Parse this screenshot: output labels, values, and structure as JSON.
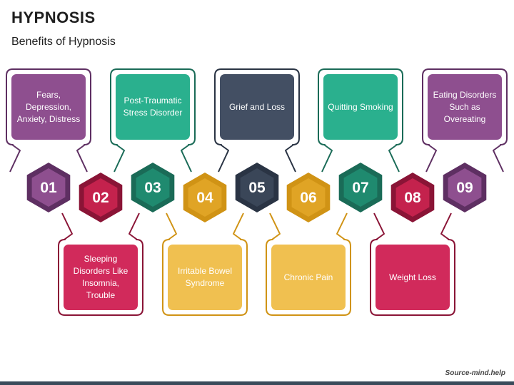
{
  "header": {
    "title": "HYPNOSIS",
    "subtitle": "Benefits of Hypnosis"
  },
  "steps": [
    {
      "number": "01",
      "label": "Fears, Depression, Anxiety, Distress",
      "position": "top",
      "color": "#8e4f8f"
    },
    {
      "number": "02",
      "label": "Sleeping Disorders Like Insomnia, Trouble",
      "position": "bottom",
      "color": "#c4224d"
    },
    {
      "number": "03",
      "label": "Post-Traumatic Stress Disorder",
      "position": "top",
      "color": "#1f8a6f"
    },
    {
      "number": "04",
      "label": "Irritable Bowel Syndrome",
      "position": "bottom",
      "color": "#e0a425"
    },
    {
      "number": "05",
      "label": "Grief and Loss",
      "position": "top",
      "color": "#3a4658"
    },
    {
      "number": "06",
      "label": "Chronic Pain",
      "position": "bottom",
      "color": "#e0a425"
    },
    {
      "number": "07",
      "label": "Quitting Smoking",
      "position": "top",
      "color": "#1f8a6f"
    },
    {
      "number": "08",
      "label": "Weight Loss",
      "position": "bottom",
      "color": "#c4224d"
    },
    {
      "number": "09",
      "label": "Eating Disorders Such as Overeating",
      "position": "top",
      "color": "#8e4f8f"
    }
  ],
  "card_colors": [
    "#8e4f8f",
    "#d12a5b",
    "#2ab08e",
    "#f0c050",
    "#434f63",
    "#f0c050",
    "#2ab08e",
    "#d12a5b",
    "#8e4f8f"
  ],
  "outer_colors": [
    "#5e2f62",
    "#8a1436",
    "#1a6b57",
    "#d09315",
    "#2a3444",
    "#d09315",
    "#1a6b57",
    "#8a1436",
    "#5e2f62"
  ],
  "footer": {
    "source": "Source-mind.help"
  }
}
